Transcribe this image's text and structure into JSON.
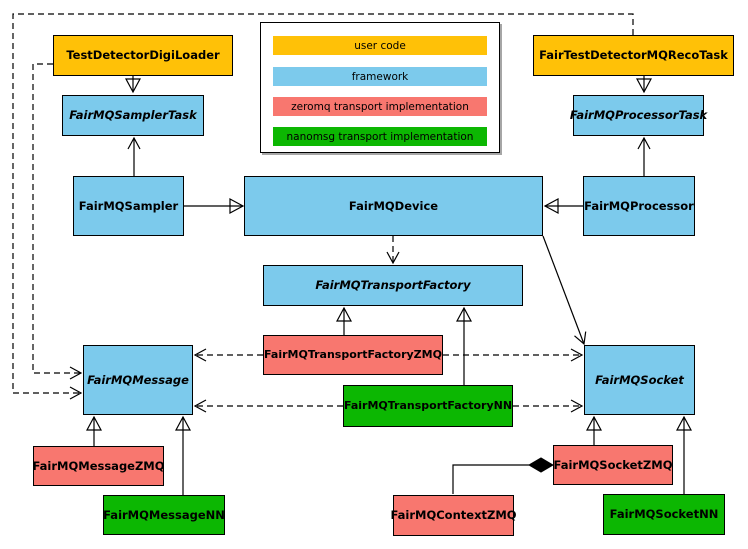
{
  "diagram_type": "uml-class-diagram",
  "colors": {
    "user_code": "#FFC107",
    "framework": "#7CCAEC",
    "zeromq": "#F8776F",
    "nanomsg": "#0CB702",
    "border": "#000000",
    "background": "#FFFFFF",
    "line": "#000000"
  },
  "legend": {
    "items": [
      {
        "label": "user code",
        "color_key": "user_code"
      },
      {
        "label": "framework",
        "color_key": "framework"
      },
      {
        "label": "zeromq transport implementation",
        "color_key": "zeromq"
      },
      {
        "label": "nanomsg transport implementation",
        "color_key": "nanomsg"
      }
    ]
  },
  "nodes": [
    {
      "label": "TestDetectorDigiLoader",
      "category": "user_code",
      "abstract": false
    },
    {
      "label": "FairTestDetectorMQRecoTask",
      "category": "user_code",
      "abstract": false
    },
    {
      "label": "FairMQSamplerTask",
      "category": "framework",
      "abstract": true
    },
    {
      "label": "FairMQProcessorTask",
      "category": "framework",
      "abstract": true
    },
    {
      "label": "FairMQSampler",
      "category": "framework",
      "abstract": false
    },
    {
      "label": "FairMQDevice",
      "category": "framework",
      "abstract": false
    },
    {
      "label": "FairMQProcessor",
      "category": "framework",
      "abstract": false
    },
    {
      "label": "FairMQTransportFactory",
      "category": "framework",
      "abstract": true
    },
    {
      "label": "FairMQTransportFactoryZMQ",
      "category": "zeromq",
      "abstract": false
    },
    {
      "label": "FairMQTransportFactoryNN",
      "category": "nanomsg",
      "abstract": false
    },
    {
      "label": "FairMQMessage",
      "category": "framework",
      "abstract": true
    },
    {
      "label": "FairMQSocket",
      "category": "framework",
      "abstract": true
    },
    {
      "label": "FairMQMessageZMQ",
      "category": "zeromq",
      "abstract": false
    },
    {
      "label": "FairMQMessageNN",
      "category": "nanomsg",
      "abstract": false
    },
    {
      "label": "FairMQSocketZMQ",
      "category": "zeromq",
      "abstract": false
    },
    {
      "label": "FairMQContextZMQ",
      "category": "zeromq",
      "abstract": false
    },
    {
      "label": "FairMQSocketNN",
      "category": "nanomsg",
      "abstract": false
    }
  ],
  "edges": [
    {
      "from": "TestDetectorDigiLoader",
      "to": "FairMQSamplerTask",
      "type": "inheritance",
      "style": "solid"
    },
    {
      "from": "FairTestDetectorMQRecoTask",
      "to": "FairMQProcessorTask",
      "type": "inheritance",
      "style": "solid"
    },
    {
      "from": "FairMQSampler",
      "to": "FairMQDevice",
      "type": "inheritance",
      "style": "solid"
    },
    {
      "from": "FairMQProcessor",
      "to": "FairMQDevice",
      "type": "inheritance",
      "style": "solid"
    },
    {
      "from": "FairMQSampler",
      "to": "FairMQSamplerTask",
      "type": "association",
      "style": "solid"
    },
    {
      "from": "FairMQProcessor",
      "to": "FairMQProcessorTask",
      "type": "association",
      "style": "solid"
    },
    {
      "from": "FairMQDevice",
      "to": "FairMQTransportFactory",
      "type": "dependency",
      "style": "dashed"
    },
    {
      "from": "FairMQDevice",
      "to": "FairMQSocket",
      "type": "association",
      "style": "solid"
    },
    {
      "from": "FairMQTransportFactoryZMQ",
      "to": "FairMQTransportFactory",
      "type": "inheritance",
      "style": "solid"
    },
    {
      "from": "FairMQTransportFactoryNN",
      "to": "FairMQTransportFactory",
      "type": "inheritance",
      "style": "solid"
    },
    {
      "from": "FairMQTransportFactoryZMQ",
      "to": "FairMQMessage",
      "type": "dependency",
      "style": "dashed"
    },
    {
      "from": "FairMQTransportFactoryZMQ",
      "to": "FairMQSocket",
      "type": "dependency",
      "style": "dashed"
    },
    {
      "from": "FairMQTransportFactoryNN",
      "to": "FairMQMessage",
      "type": "dependency",
      "style": "dashed"
    },
    {
      "from": "FairMQTransportFactoryNN",
      "to": "FairMQSocket",
      "type": "dependency",
      "style": "dashed"
    },
    {
      "from": "FairMQMessageZMQ",
      "to": "FairMQMessage",
      "type": "inheritance",
      "style": "solid"
    },
    {
      "from": "FairMQMessageNN",
      "to": "FairMQMessage",
      "type": "inheritance",
      "style": "solid"
    },
    {
      "from": "FairMQSocketZMQ",
      "to": "FairMQSocket",
      "type": "inheritance",
      "style": "solid"
    },
    {
      "from": "FairMQSocketNN",
      "to": "FairMQSocket",
      "type": "inheritance",
      "style": "solid"
    },
    {
      "from": "FairMQContextZMQ",
      "to": "FairMQSocketZMQ",
      "type": "composition",
      "style": "solid"
    },
    {
      "from": "TestDetectorDigiLoader",
      "to": "FairMQMessage",
      "type": "dependency",
      "style": "dashed"
    },
    {
      "from": "FairTestDetectorMQRecoTask",
      "to": "FairMQMessage",
      "type": "dependency",
      "style": "dashed"
    }
  ]
}
